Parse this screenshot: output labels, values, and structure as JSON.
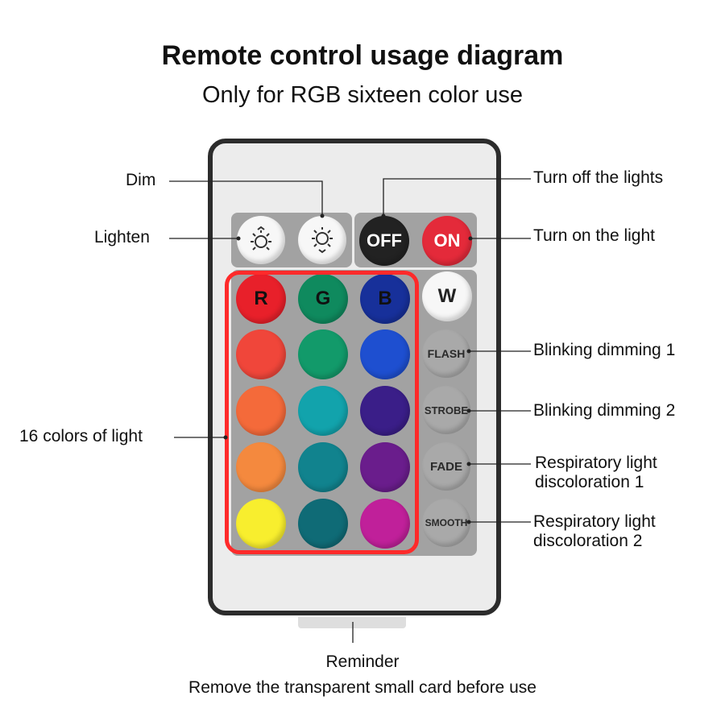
{
  "header": {
    "title": "Remote control usage diagram",
    "subtitle": "Only for RGB sixteen color use"
  },
  "labels": {
    "dim": "Dim",
    "lighten": "Lighten",
    "turn_off": "Turn off the lights",
    "turn_on": "Turn on the light",
    "blink1": "Blinking dimming 1",
    "blink2": "Blinking dimming 2",
    "resp1_line1": "Respiratory light",
    "resp1_line2": "discoloration 1",
    "resp2_line1": "Respiratory light",
    "resp2_line2": "discoloration 2",
    "colors16": "16 colors of light"
  },
  "buttons": {
    "off": "OFF",
    "on": "ON",
    "r": "R",
    "g": "G",
    "b": "B",
    "w": "W",
    "flash": "FLASH",
    "strobe": "STROBE",
    "fade": "FADE",
    "smooth": "SMOOTH"
  },
  "colors": {
    "row1": [
      "#e8202a",
      "#0f8a5e",
      "#17309a"
    ],
    "row2": [
      "#f0463a",
      "#129a6a",
      "#1e4fd0"
    ],
    "row3": [
      "#f46a3a",
      "#12a3ac",
      "#3a1e88"
    ],
    "row4": [
      "#f4893e",
      "#11838e",
      "#6a1d8c"
    ],
    "row5": [
      "#f8ee2e",
      "#0f6b76",
      "#c0209a"
    ],
    "off_btn": "#222222",
    "on_btn": "#e42a3a",
    "frame": "#ff2a2a"
  },
  "footer": {
    "line1": "Reminder",
    "line2": "Remove the transparent small card before use"
  }
}
